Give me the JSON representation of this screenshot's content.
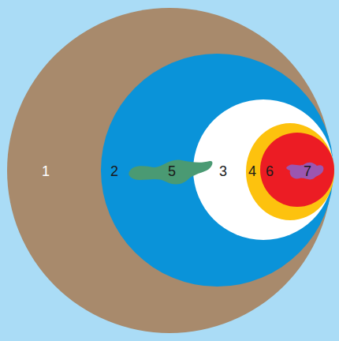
{
  "diagram": {
    "nodes": [
      {
        "text": [
          "1"
        ]
      },
      {
        "text": [
          "2"
        ],
        "in": 0
      },
      {
        "text": [
          "3"
        ],
        "in": 1
      },
      {
        "text": [
          "4"
        ],
        "in": 2
      },
      {
        "text": [
          "5"
        ],
        "in": 1
      },
      {
        "text": [
          "6"
        ],
        "in": 3
      },
      {
        "text": [
          "7"
        ],
        "in": 5
      }
    ]
  }
}
